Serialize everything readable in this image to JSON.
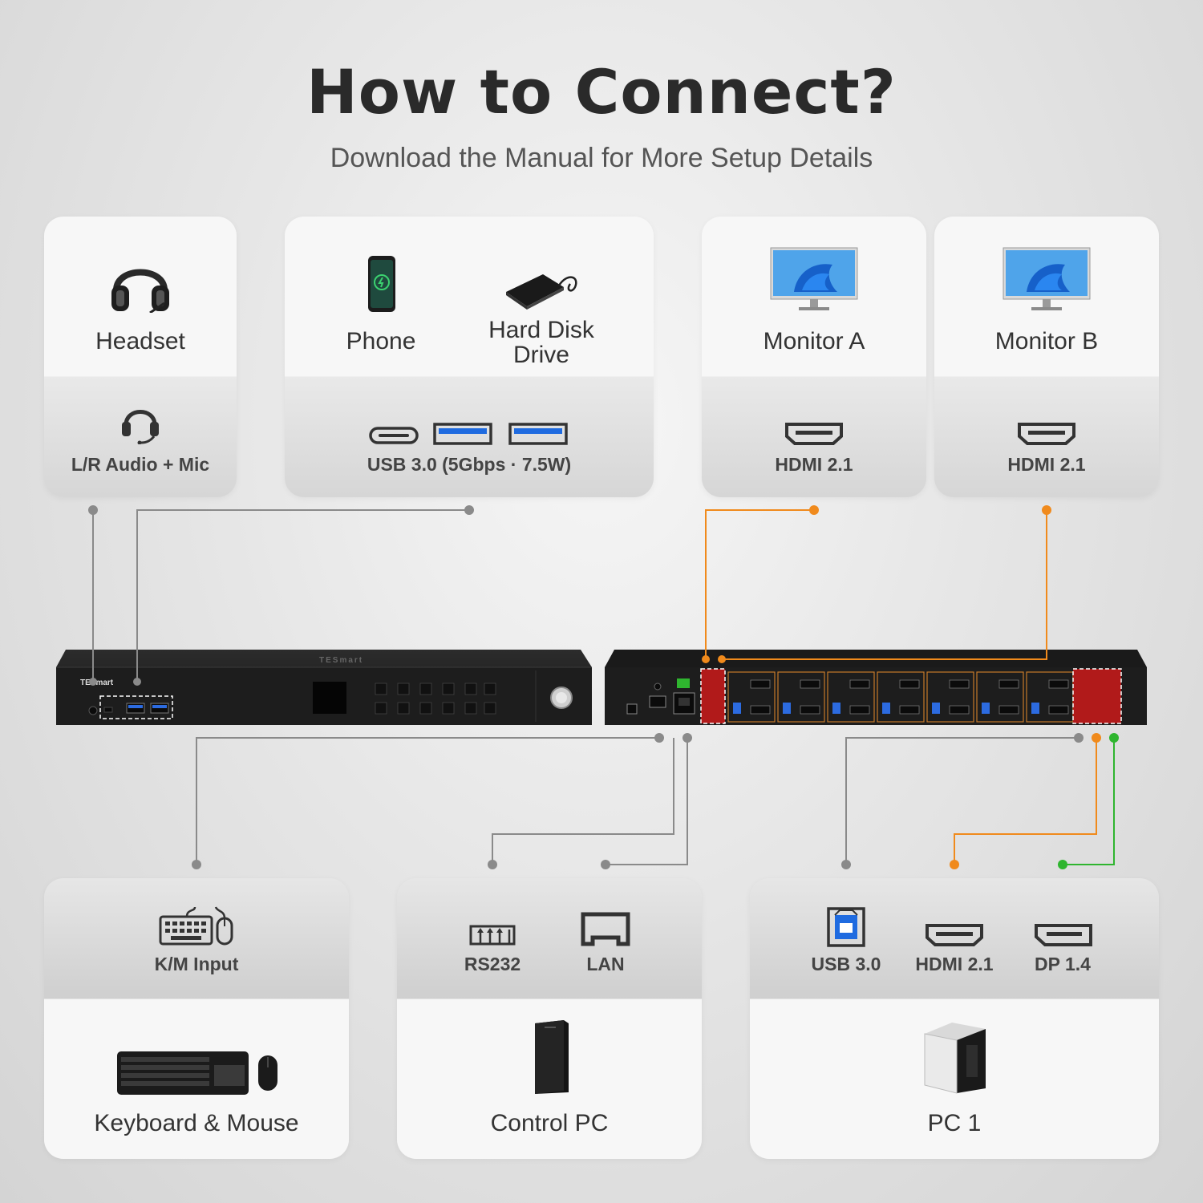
{
  "header": {
    "title": "How to Connect?",
    "subtitle": "Download the Manual for More Setup Details"
  },
  "top_cards": {
    "headset": {
      "device": "Headset",
      "port": "L/R Audio + Mic"
    },
    "usb": {
      "device_1": "Phone",
      "device_2": "Hard Disk Drive",
      "port": "USB 3.0 (5Gbps · 7.5W)"
    },
    "monitor_a": {
      "device": "Monitor A",
      "port": "HDMI 2.1"
    },
    "monitor_b": {
      "device": "Monitor B",
      "port": "HDMI 2.1"
    }
  },
  "bottom_cards": {
    "km": {
      "port": "K/M Input",
      "device": "Keyboard & Mouse"
    },
    "control": {
      "port_1": "RS232",
      "port_2": "LAN",
      "device": "Control PC"
    },
    "pc": {
      "port_1": "USB 3.0",
      "port_2": "HDMI 2.1",
      "port_3": "DP 1.4",
      "device": "PC 1"
    }
  },
  "kvm": {
    "brand": "TESmart"
  },
  "colors": {
    "wire_gray": "#8a8a8a",
    "wire_orange": "#f08a1c",
    "wire_green": "#2fb52f",
    "highlight_red": "#d42424"
  }
}
